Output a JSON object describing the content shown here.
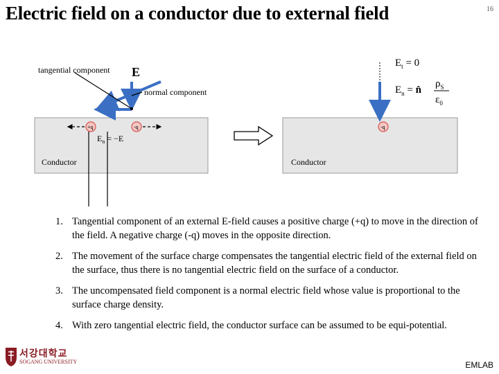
{
  "slide": {
    "title": "Electric field on a conductor due to external field",
    "page_number": "16"
  },
  "diagram": {
    "labels": {
      "tangential": "tangential component",
      "E": "E",
      "normal": "normal component",
      "plus_q": "+q",
      "minus_q": "-q",
      "minus_q_right": "-q",
      "en_eq": "E",
      "en_sub": "n",
      "en_rhs": " = −E",
      "conductor_left": "Conductor",
      "conductor_right": "Conductor",
      "et_lhs": "E",
      "et_sub": "t",
      "et_rhs": " = 0",
      "en2_lhs": "E",
      "en2_sub": "n",
      "en2_eq": " = ",
      "n_hat": "n̂",
      "rho_s": "ρ",
      "rho_sub": "S",
      "eps0": "ε",
      "eps_sub": "0"
    },
    "colors": {
      "arrow_blue": "#3a6fc4",
      "conductor_fill": "#e6e6e6",
      "charge_red": "#d9534f",
      "line_black": "#000000"
    }
  },
  "items": [
    {
      "num": "1.",
      "text": "Tangential component of an external E-field causes a positive charge (+q) to move in the direction of the field. A negative charge (-q) moves in the opposite direction."
    },
    {
      "num": "2.",
      "text": "The movement of the surface charge compensates the tangential electric field of the external field on the surface, thus there is no tangential electric field on the surface of a conductor."
    },
    {
      "num": "3.",
      "text": "The uncompensated field component is a normal electric field whose value is proportional to the surface charge density."
    },
    {
      "num": "4.",
      "text": "With zero tangential electric field, the conductor surface can be assumed to be equi-potential."
    }
  ],
  "logo": {
    "name_korean": "서강대학교",
    "name_english": "SOGANG UNIVERSITY",
    "icon": "university-seal-icon"
  },
  "footer": {
    "lab": "EMLAB"
  }
}
